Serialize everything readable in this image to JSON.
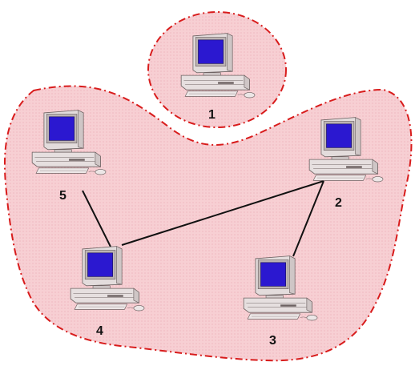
{
  "diagram": {
    "nodes": [
      {
        "id": "1",
        "label": "1"
      },
      {
        "id": "2",
        "label": "2"
      },
      {
        "id": "3",
        "label": "3"
      },
      {
        "id": "4",
        "label": "4"
      },
      {
        "id": "5",
        "label": "5"
      }
    ],
    "links": [
      {
        "from": "5",
        "to": "4"
      },
      {
        "from": "4",
        "to": "2"
      },
      {
        "from": "2",
        "to": "3"
      }
    ],
    "colors": {
      "region_fill": "#f7cfd3",
      "region_border": "#d81c1c",
      "screen": "#2b18d0",
      "link": "#111111"
    }
  }
}
